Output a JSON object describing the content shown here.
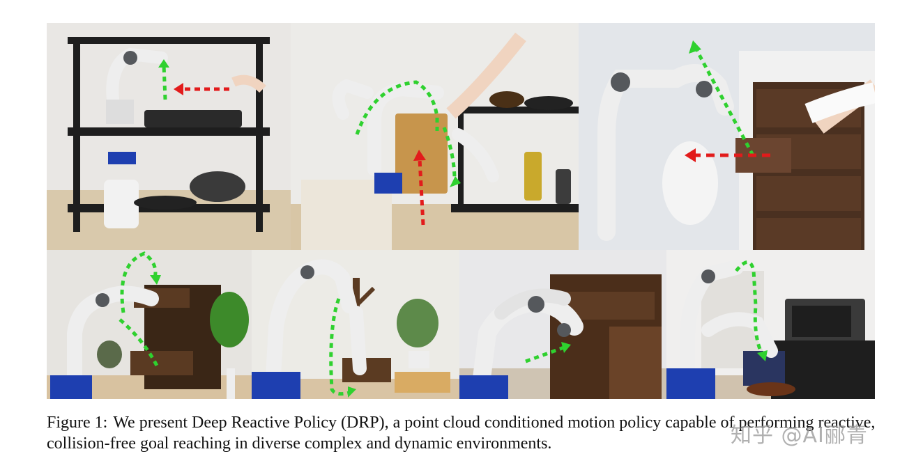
{
  "figure": {
    "panels": [
      {
        "id": "shelf-stove",
        "bg": "#e8e6e3",
        "accent": "#2a2a2a"
      },
      {
        "id": "cutting-board",
        "bg": "#ecebe8",
        "accent": "#b78a4a"
      },
      {
        "id": "dresser-drawer",
        "bg": "#e2e5ea",
        "accent": "#4a3020"
      },
      {
        "id": "open-cabinet",
        "bg": "#e5e3df",
        "accent": "#3a2616"
      },
      {
        "id": "coat-tree",
        "bg": "#eceae6",
        "accent": "#5b3b22"
      },
      {
        "id": "low-cabinet",
        "bg": "#e7e7e9",
        "accent": "#4b2e1a"
      },
      {
        "id": "toaster-oven",
        "bg": "#f0efee",
        "accent": "#2a2a2a"
      }
    ],
    "colors": {
      "green_path": "#2fd12f",
      "red_path": "#e21b1b",
      "robot_white": "#eeeeee",
      "robot_joint": "#55585c",
      "robot_base": "#1e3fb0"
    }
  },
  "caption": {
    "label": "Figure 1:",
    "text": "We present Deep Reactive Policy (DRP), a point cloud conditioned motion policy capable of performing reactive, collision-free goal reaching in diverse complex and dynamic environments."
  },
  "watermark": "知乎 @AI郦青"
}
